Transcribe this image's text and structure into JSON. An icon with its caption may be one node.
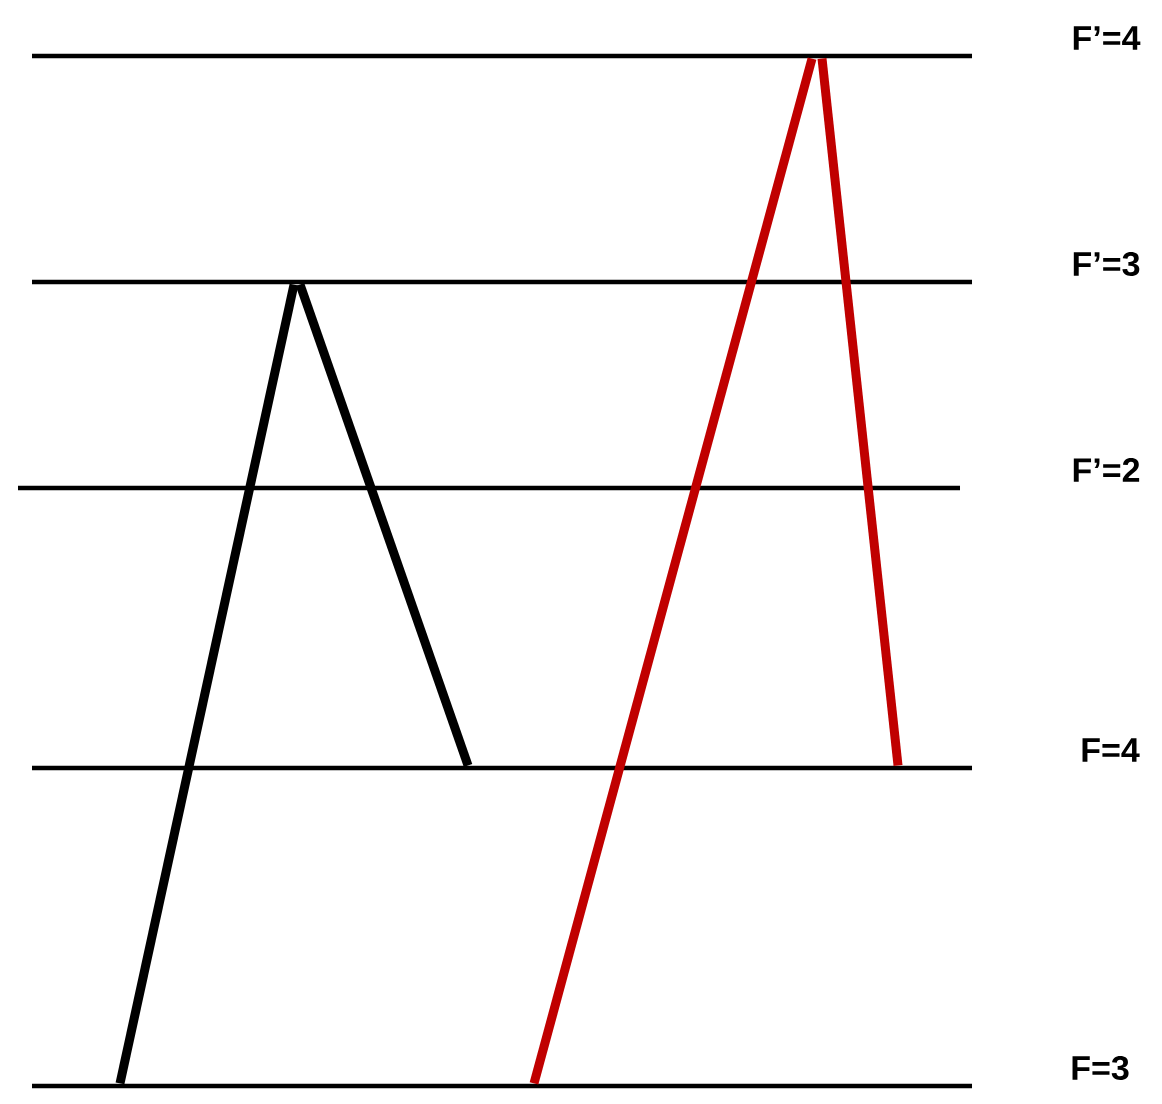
{
  "diagram": {
    "nodes": [
      {
        "text": [],
        "shape": "bar",
        "beside": [
          "F’=4"
        ]
      },
      {
        "text": [],
        "shape": "bar",
        "beside": [
          "F’=3"
        ]
      },
      {
        "text": [],
        "shape": "bar",
        "beside": [
          "F’=2"
        ]
      },
      {
        "text": [],
        "shape": "bar",
        "beside": [
          "F=4"
        ]
      },
      {
        "text": [],
        "shape": "bar",
        "beside": [
          "F=3"
        ]
      }
    ],
    "edges": [
      {
        "from": 4,
        "to": 1,
        "arrow": "none",
        "color": "#000000"
      },
      {
        "from": 1,
        "to": 3,
        "arrow": "none",
        "color": "#000000"
      },
      {
        "from": 4,
        "to": 0,
        "arrow": "none",
        "color": "#c00000"
      },
      {
        "from": 0,
        "to": 3,
        "arrow": "none",
        "color": "#c00000"
      }
    ]
  }
}
